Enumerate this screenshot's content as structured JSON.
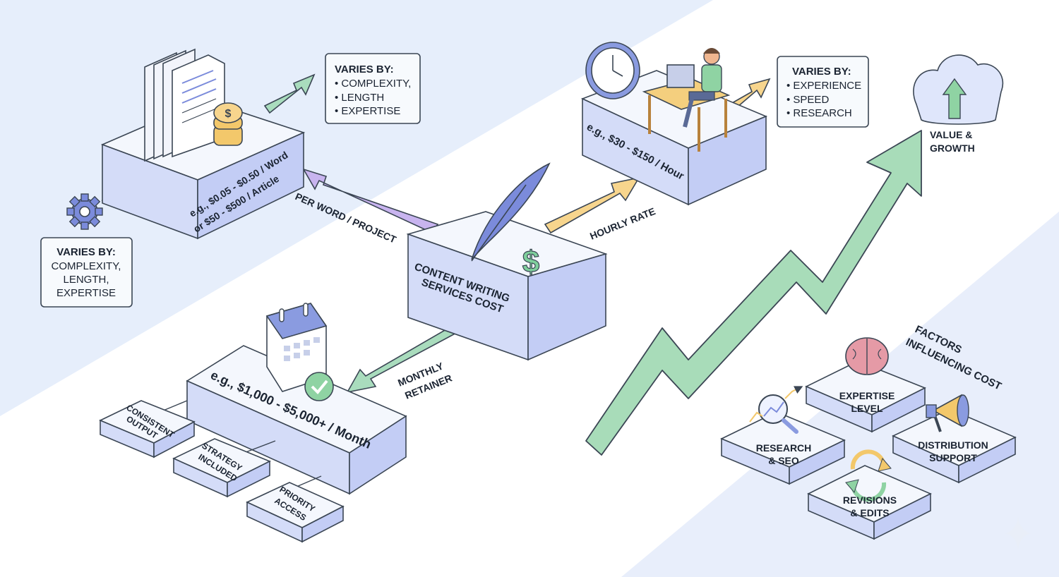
{
  "center": {
    "title": [
      "CONTENT WRITING",
      "SERVICES COST"
    ]
  },
  "per_word": {
    "arrow_label": "PER WORD / PROJECT",
    "price": [
      "e.g., $0.05 - $0.50 / Word",
      "or $50 - $500 / Article"
    ],
    "callout_top": {
      "heading": "VARIES BY:",
      "items": [
        "• COMPLEXITY,",
        "• LENGTH",
        "• EXPERTISE"
      ]
    },
    "callout_left": {
      "heading": "VARIES BY:",
      "items": [
        "COMPLEXITY,",
        "LENGTH,",
        "EXPERTISE"
      ]
    }
  },
  "hourly": {
    "arrow_label": "HOURLY RATE",
    "price": "e.g., $30 - $150 / Hour",
    "callout": {
      "heading": "VARIES BY:",
      "items": [
        "• EXPERIENCE",
        "• SPEED",
        "• RESEARCH"
      ]
    }
  },
  "retainer": {
    "arrow_label": [
      "MONTHLY",
      "RETAINER"
    ],
    "price": "e.g., $1,000 - $5,000+ / Month",
    "features": [
      [
        "CONSISTENT",
        "OUTPUT"
      ],
      [
        "STRATEGY",
        "INCLUDED"
      ],
      [
        "PRIORITY",
        "ACCESS"
      ]
    ]
  },
  "value": {
    "label": [
      "VALUE &",
      "GROWTH"
    ]
  },
  "factors": {
    "title": [
      "FACTORS",
      "INFLUENCING COST"
    ],
    "tiles": [
      {
        "name": "expertise-level",
        "label": [
          "EXPERTISE",
          "LEVEL"
        ],
        "icon": "brain-icon"
      },
      {
        "name": "research-seo",
        "label": [
          "RESEARCH",
          "& SEO"
        ],
        "icon": "magnifier-chart-icon"
      },
      {
        "name": "distribution-support",
        "label": [
          "DISTRIBUTION",
          "SUPPORT"
        ],
        "icon": "megaphone-icon"
      },
      {
        "name": "revisions-edits",
        "label": [
          "REVISIONS",
          "& EDITS"
        ],
        "icon": "refresh-arrows-icon"
      }
    ]
  },
  "colors": {
    "background_band": "#e6eefb",
    "slab_face": "#d4dcf8",
    "slab_top": "#f4f7fd",
    "arrow_purple": "#c8b4ef",
    "arrow_orange": "#f7d58d",
    "arrow_green": "#a9dcbd",
    "growth_arrow": "#a8dcb9",
    "outline": "#3b4654",
    "text": "#1b2432"
  }
}
